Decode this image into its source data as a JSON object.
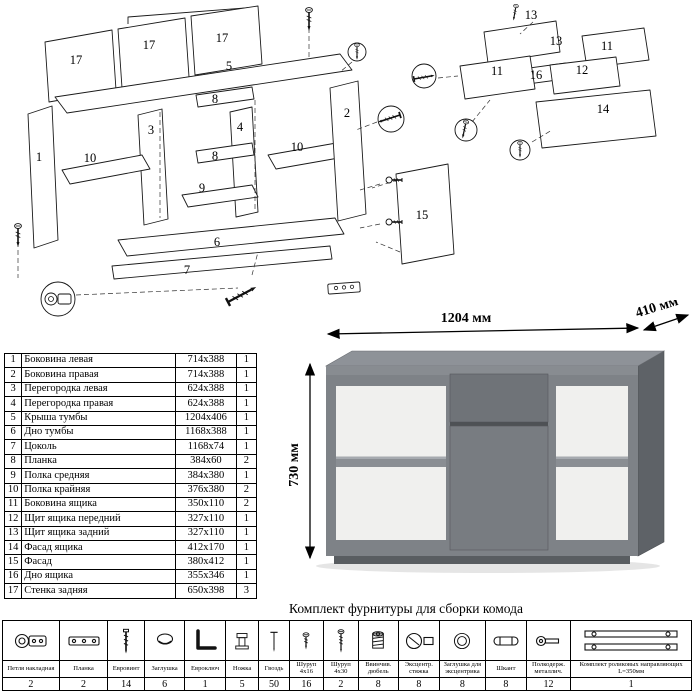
{
  "diagram": {
    "labels": [
      "17",
      "17",
      "17",
      "5",
      "1",
      "10",
      "3",
      "8",
      "4",
      "8",
      "9",
      "10",
      "2",
      "6",
      "7",
      "15",
      "13",
      "13",
      "11",
      "11",
      "16",
      "12",
      "14"
    ]
  },
  "parts_table": {
    "rows": [
      {
        "num": "1",
        "name": "Боковина левая",
        "size": "714x388",
        "qty": "1"
      },
      {
        "num": "2",
        "name": "Боковина правая",
        "size": "714x388",
        "qty": "1"
      },
      {
        "num": "3",
        "name": "Перегородка левая",
        "size": "624x388",
        "qty": "1"
      },
      {
        "num": "4",
        "name": "Перегородка правая",
        "size": "624x388",
        "qty": "1"
      },
      {
        "num": "5",
        "name": "Крыша тумбы",
        "size": "1204x406",
        "qty": "1"
      },
      {
        "num": "6",
        "name": "Дно тумбы",
        "size": "1168x388",
        "qty": "1"
      },
      {
        "num": "7",
        "name": "Цоколь",
        "size": "1168x74",
        "qty": "1"
      },
      {
        "num": "8",
        "name": "Планка",
        "size": "384x60",
        "qty": "2"
      },
      {
        "num": "9",
        "name": "Полка средняя",
        "size": "384x380",
        "qty": "1"
      },
      {
        "num": "10",
        "name": "Полка крайняя",
        "size": "376x380",
        "qty": "2"
      },
      {
        "num": "11",
        "name": "Боковина ящика",
        "size": "350x110",
        "qty": "2"
      },
      {
        "num": "12",
        "name": "Щит ящика передний",
        "size": "327x110",
        "qty": "1"
      },
      {
        "num": "13",
        "name": "Щит ящика задний",
        "size": "327x110",
        "qty": "1"
      },
      {
        "num": "14",
        "name": "Фасад ящика",
        "size": "412x170",
        "qty": "1"
      },
      {
        "num": "15",
        "name": "Фасад",
        "size": "380x412",
        "qty": "1"
      },
      {
        "num": "16",
        "name": "Дно ящика",
        "size": "355x346",
        "qty": "1"
      },
      {
        "num": "17",
        "name": "Стенка задняя",
        "size": "650x398",
        "qty": "3"
      }
    ]
  },
  "product": {
    "width": "1204 мм",
    "depth": "410 мм",
    "height": "730 мм"
  },
  "hardware": {
    "caption": "Комплект фурнитуры для сборки комода",
    "items": [
      {
        "name": "Петля накладная",
        "qty": "2",
        "icon": "hinge-icon"
      },
      {
        "name": "Планка",
        "qty": "2",
        "icon": "plate-icon"
      },
      {
        "name": "Евровинт",
        "qty": "14",
        "icon": "confirmat-icon"
      },
      {
        "name": "Заглушка",
        "qty": "6",
        "icon": "cap-icon"
      },
      {
        "name": "Евроключ",
        "qty": "1",
        "icon": "hex-key-icon"
      },
      {
        "name": "Ножка",
        "qty": "5",
        "icon": "foot-icon"
      },
      {
        "name": "Гвоздь",
        "qty": "50",
        "icon": "nail-icon"
      },
      {
        "name": "Шуруп 4x16",
        "qty": "16",
        "icon": "screw-4x16-icon"
      },
      {
        "name": "Шуруп 4x30",
        "qty": "2",
        "icon": "screw-4x30-icon"
      },
      {
        "name": "Ввинчив. дюбель",
        "qty": "8",
        "icon": "screw-in-dowel-icon"
      },
      {
        "name": "Эксцентр. стяжка",
        "qty": "8",
        "icon": "cam-lock-icon"
      },
      {
        "name": "Заглушка для эксцентрика",
        "qty": "8",
        "icon": "cam-cap-icon"
      },
      {
        "name": "Шкант",
        "qty": "8",
        "icon": "wooden-dowel-icon"
      },
      {
        "name": "Полкодерж. металлич.",
        "qty": "12",
        "icon": "shelf-support-icon"
      },
      {
        "name": "Комплект роликовых направляющих L=350мм",
        "qty": "1",
        "icon": "drawer-slides-icon"
      }
    ]
  },
  "colors": {
    "line": "#111111",
    "dresser_front": "#7e8287",
    "dresser_side": "#5e6267",
    "dresser_top": "#8e9298",
    "interior": "#f0f0ee"
  }
}
